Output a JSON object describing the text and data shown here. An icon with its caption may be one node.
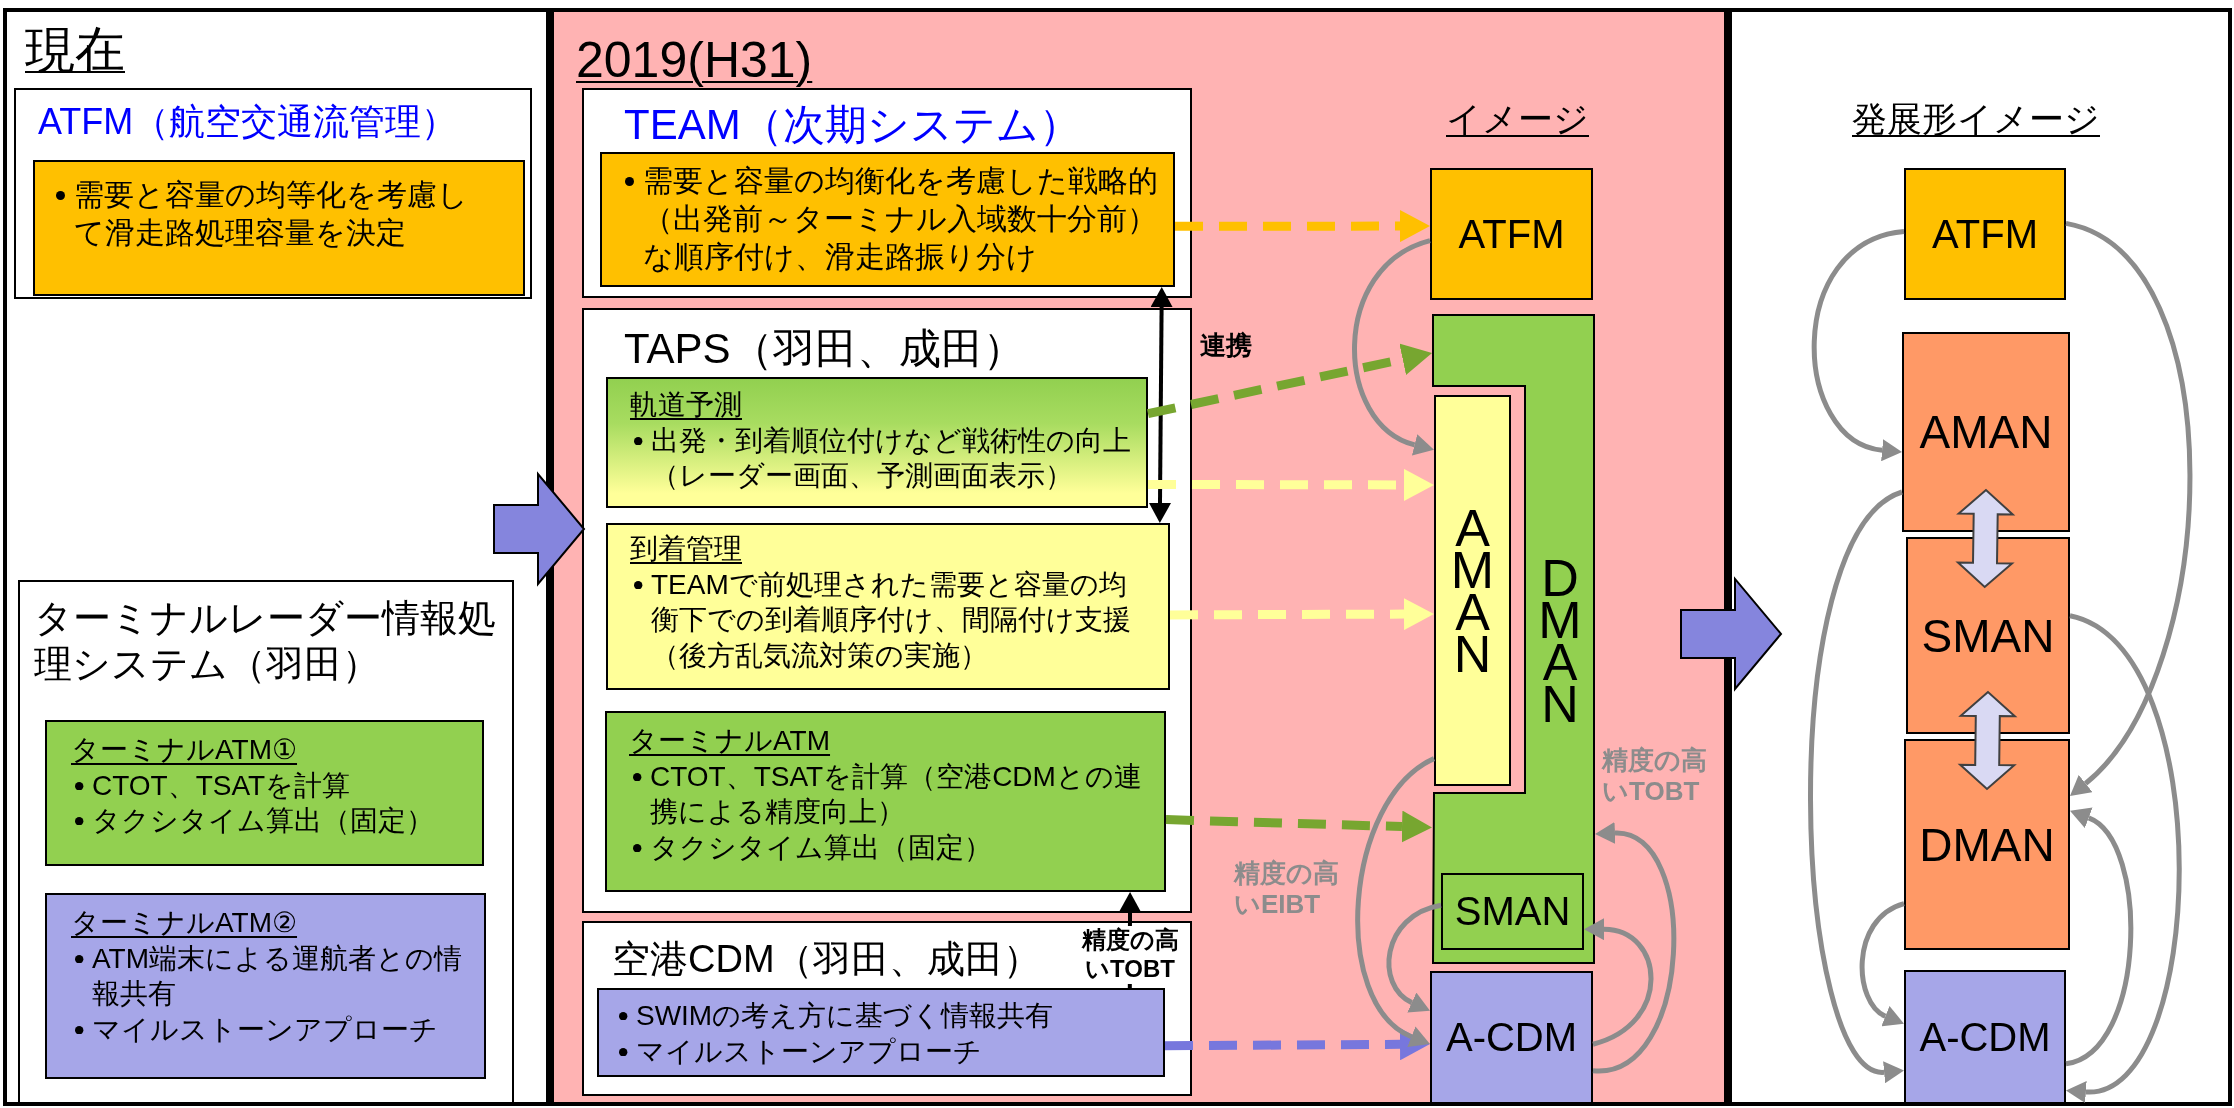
{
  "diagram": {
    "nodes": [
      {
        "text": [
          "現在"
        ]
      },
      {
        "text": [
          "ATFM（航空交通流管理）"
        ],
        "in": 0
      },
      {
        "text": [
          "需要と容量の均等化を考慮して滑走路処理容量を決定"
        ],
        "in": 1
      },
      {
        "text": [
          "ターミナルレーダー情報処理システム（羽田）"
        ],
        "in": 0
      },
      {
        "text": [
          "ターミナルATM①",
          "CTOT、TSATを計算",
          "タクシタイム算出（固定）"
        ],
        "in": 3
      },
      {
        "text": [
          "ターミナルATM②",
          "ATM端末による運航者との情報共有",
          "マイルストーンアプローチ"
        ],
        "in": 3
      },
      {
        "text": [
          "2019(H31)",
          "イメージ"
        ]
      },
      {
        "text": [
          "TEAM（次期システム）"
        ],
        "in": 6
      },
      {
        "text": [
          "需要と容量の均衡化を考慮した戦略的（出発前～ターミナル入域数十分前）な順序付け、滑走路振り分け"
        ],
        "in": 7
      },
      {
        "text": [
          "TAPS（羽田、成田）"
        ],
        "in": 6
      },
      {
        "text": [
          "軌道予測",
          "出発・到着順位付けなど戦術性の向上（レーダー画面、予測画面表示）"
        ],
        "in": 9
      },
      {
        "text": [
          "到着管理",
          "TEAMで前処理された需要と容量の均衡下での到着順序付け、間隔付け支援（後方乱気流対策の実施）"
        ],
        "in": 9
      },
      {
        "text": [
          "ターミナルATM",
          "CTOT、TSATを計算（空港CDMとの連携による精度向上）",
          "タクシタイム算出（固定）"
        ],
        "in": 9
      },
      {
        "text": [
          "空港CDM（羽田、成田）"
        ],
        "in": 6
      },
      {
        "text": [
          "SWIMの考え方に基づく情報共有",
          "マイルストーンアプローチ"
        ],
        "in": 13
      },
      {
        "text": [
          "ATFM"
        ],
        "in": 6
      },
      {
        "text": [
          "DMAN"
        ],
        "in": 6
      },
      {
        "text": [
          "AMAN"
        ],
        "in": 6
      },
      {
        "text": [
          "SMAN"
        ],
        "in": 16
      },
      {
        "text": [
          "A-CDM"
        ],
        "in": 6
      },
      {
        "text": [
          "発展形イメージ"
        ]
      },
      {
        "text": [
          "ATFM"
        ],
        "in": 20
      },
      {
        "text": [
          "AMAN"
        ],
        "in": 20
      },
      {
        "text": [
          "SMAN"
        ],
        "in": 20
      },
      {
        "text": [
          "DMAN"
        ],
        "in": 20
      },
      {
        "text": [
          "A-CDM"
        ],
        "in": 20
      }
    ],
    "edges": [
      {
        "from": 0,
        "to": 6,
        "arrow": "to",
        "style": "thick",
        "color": "#8585dd"
      },
      {
        "from": 6,
        "to": 20,
        "arrow": "to",
        "style": "thick",
        "color": "#8585dd"
      },
      {
        "from": 8,
        "to": 11,
        "arrow": "both",
        "label": "連携",
        "color": "#000000"
      },
      {
        "from": 14,
        "to": 12,
        "arrow": "to",
        "label": "精度の高いTOBT",
        "color": "#000000"
      },
      {
        "from": 8,
        "to": 15,
        "arrow": "to",
        "style": "dashed",
        "color": "#ffc000"
      },
      {
        "from": 10,
        "to": 16,
        "arrow": "to",
        "style": "dashed",
        "color": "#77a630"
      },
      {
        "from": 10,
        "to": 17,
        "arrow": "to",
        "style": "dashed",
        "color": "#ffff99"
      },
      {
        "from": 11,
        "to": 17,
        "arrow": "to",
        "style": "dashed",
        "color": "#ffff99"
      },
      {
        "from": 12,
        "to": 16,
        "arrow": "to",
        "style": "dashed",
        "color": "#77a630"
      },
      {
        "from": 14,
        "to": 19,
        "arrow": "to",
        "style": "dashed",
        "color": "#7777dd"
      },
      {
        "from": 15,
        "to": 17,
        "arrow": "to"
      },
      {
        "from": 17,
        "to": 19,
        "arrow": "to",
        "label": "精度の高いEIBT"
      },
      {
        "from": 18,
        "to": 19,
        "arrow": "to"
      },
      {
        "from": 19,
        "to": 18,
        "arrow": "to"
      },
      {
        "from": 19,
        "to": 16,
        "arrow": "to",
        "label": "精度の高いTOBT"
      },
      {
        "from": 21,
        "to": 22,
        "arrow": "to"
      },
      {
        "from": 21,
        "to": 24,
        "arrow": "to"
      },
      {
        "from": 22,
        "to": 23,
        "arrow": "both",
        "style": "thick",
        "color": "#d9d9f3"
      },
      {
        "from": 23,
        "to": 24,
        "arrow": "both",
        "style": "thick",
        "color": "#d9d9f3"
      },
      {
        "from": 22,
        "to": 25,
        "arrow": "to"
      },
      {
        "from": 23,
        "to": 25,
        "arrow": "to"
      },
      {
        "from": 24,
        "to": 25,
        "arrow": "to"
      },
      {
        "from": 25,
        "to": 24,
        "arrow": "to"
      }
    ]
  }
}
